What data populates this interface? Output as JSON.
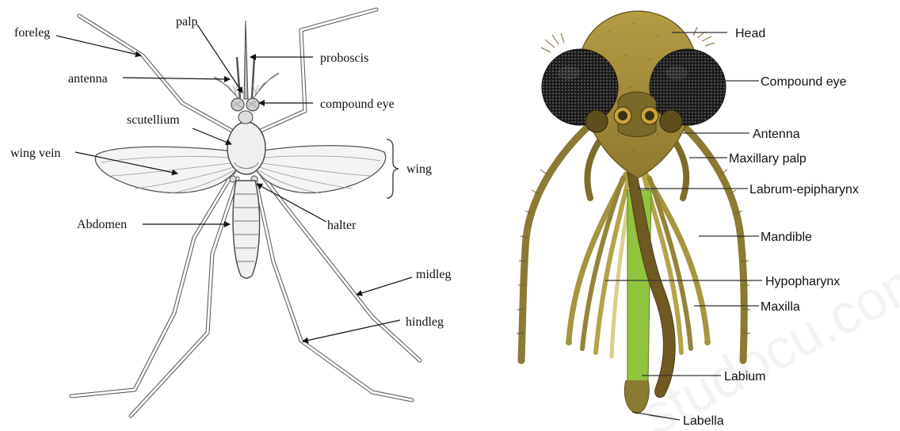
{
  "left_diagram": {
    "labels": {
      "foreleg": "foreleg",
      "palp": "palp",
      "proboscis": "proboscis",
      "antenna": "antenna",
      "compound_eye": "compound eye",
      "scutellium": "scutellium",
      "wing_vein": "wing vein",
      "wing": "wing",
      "abdomen": "Abdomen",
      "halter": "halter",
      "midleg": "midleg",
      "hindleg": "hindleg"
    }
  },
  "right_diagram": {
    "labels": {
      "head": "Head",
      "compound_eye": "Compound eye",
      "antenna": "Antenna",
      "maxillary_palp": "Maxillary palp",
      "labrum_epipharynx": "Labrum-epipharynx",
      "mandible": "Mandible",
      "hypopharynx": "Hypopharynx",
      "maxilla": "Maxilla",
      "labium": "Labium",
      "labella": "Labella"
    },
    "watermark": "studocu.com",
    "colors": {
      "head": "#a48e3a",
      "eye": "#222222",
      "mouthparts": "#9a8a3a",
      "labium": "#8fc23a",
      "labrum": "#6e5a22"
    }
  }
}
